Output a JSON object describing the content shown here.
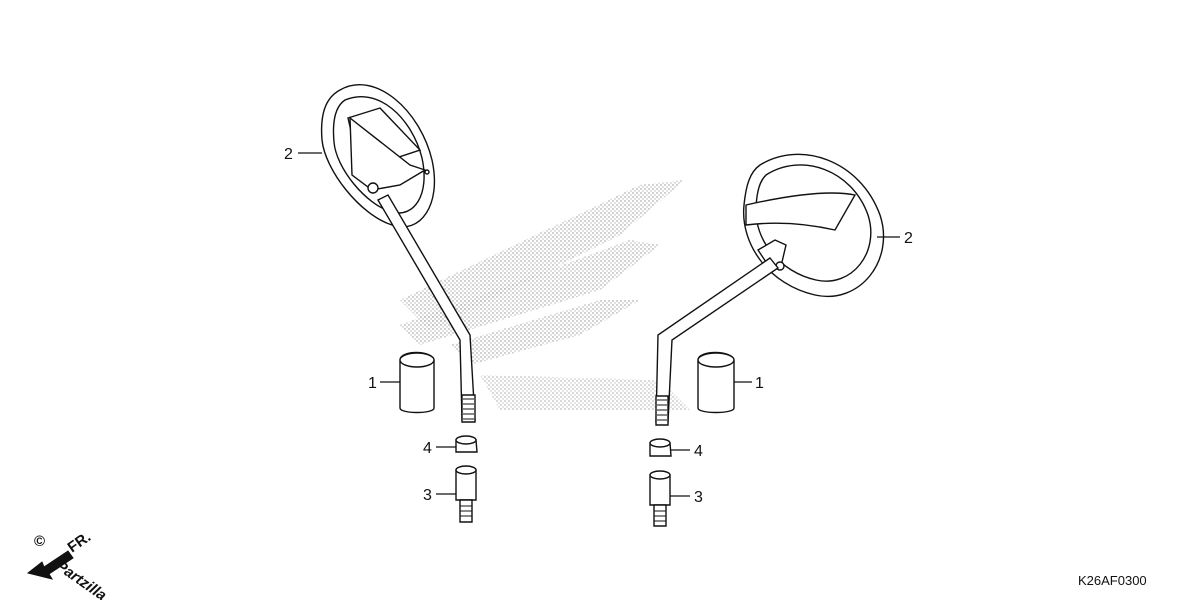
{
  "diagram_code": "K26AF0300",
  "watermark": {
    "symbol": "©",
    "brand": "Partzilla",
    "fr_label": "FR."
  },
  "callouts": {
    "mirror_left": "2",
    "mirror_right": "2",
    "cover_left": "1",
    "cover_right": "1",
    "nut_left": "4",
    "nut_right": "4",
    "adapter_left": "3",
    "adapter_right": "3"
  },
  "colors": {
    "line": "#111111",
    "logo_dots": "#9a9a9a"
  }
}
